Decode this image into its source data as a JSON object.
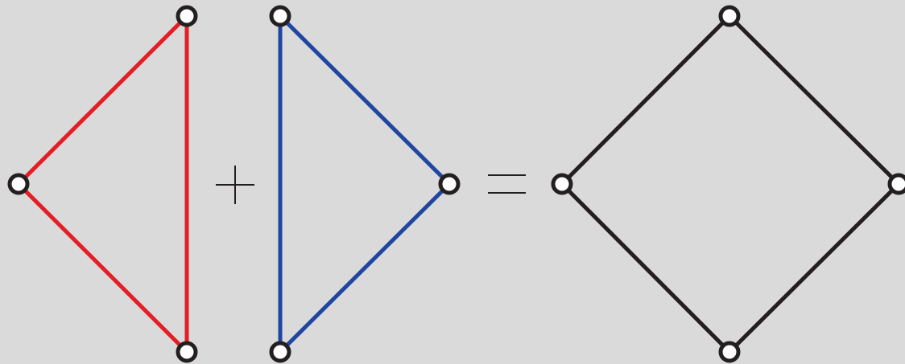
{
  "diagram": {
    "background": "#dadada",
    "node_fill": "#ffffff",
    "node_stroke": "#231f20",
    "graphs": [
      {
        "id": "left-triangle",
        "edge_color": "#e31e24"
      },
      {
        "id": "right-triangle",
        "edge_color": "#1f46a0"
      },
      {
        "id": "square",
        "edge_color": "#231f20"
      }
    ],
    "operators": [
      {
        "id": "plus",
        "symbol": "+"
      },
      {
        "id": "equals",
        "symbol": "="
      }
    ]
  }
}
